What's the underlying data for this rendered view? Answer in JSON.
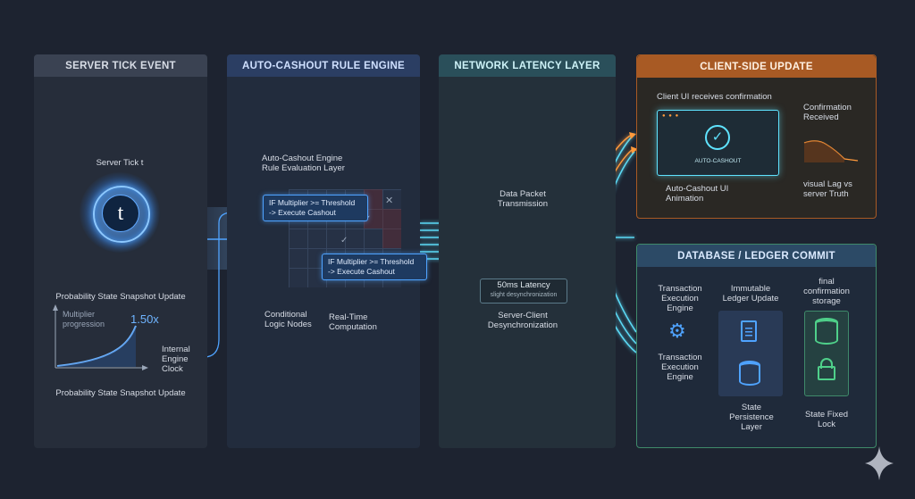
{
  "panels": {
    "server_tick": {
      "title": "SERVER TICK EVENT",
      "tick_label": "Server Tick t",
      "tick_glyph": "t",
      "snapshot_label_1": "Probability State Snapshot Update",
      "curve_label": "Multiplier progression",
      "multiplier_value": "1.50x",
      "clock_label": "Internal Engine Clock",
      "snapshot_label_2": "Probability State Snapshot Update"
    },
    "rule_engine": {
      "title": "AUTO-CASHOUT RULE ENGINE",
      "layer_label": "Auto-Cashout Engine Rule Evaluation Layer",
      "rule_1": "IF Multiplier >= Threshold\n-> Execute Cashout",
      "rule_2": "IF Multiplier >= Threshold\n-> Execute Cashout",
      "conditional_label": "Conditional Logic Nodes",
      "realtime_label": "Real-Time Computation"
    },
    "network": {
      "title": "NETWORK LATENCY LAYER",
      "packet_label": "Data Packet Transmission",
      "latency_label": "50ms Latency",
      "latency_sub": "slight desynchronization",
      "desync_label": "Server-Client Desynchronization"
    },
    "client": {
      "title": "CLIENT-SIDE UPDATE",
      "receive_label": "Client UI receives confirmation",
      "window_text": "AUTO-CASHOUT",
      "animation_label": "Auto-Cashout UI Animation",
      "confirm_label": "Confirmation Received",
      "lag_label": "visual Lag vs server Truth"
    },
    "database": {
      "title": "DATABASE / LEDGER COMMIT",
      "txn_label_1": "Transaction Execution Engine",
      "txn_label_2": "Transaction Execution Engine",
      "ledger_label": "Immutable Ledger Update",
      "final_label": "final confirmation storage",
      "persistence_label": "State Persistence Layer",
      "lock_label": "State Fixed Lock"
    }
  },
  "colors": {
    "background": "#1d2330",
    "server_header": "#3a4252",
    "rule_header": "#2b3e63",
    "network_header": "#2a4f5a",
    "client_header": "#a85a24",
    "database_header": "#2c4a66",
    "accent_cyan": "#5fe3ff",
    "accent_blue": "#4fa3ff",
    "accent_orange": "#ff9a3c",
    "accent_green": "#4fd08a"
  }
}
